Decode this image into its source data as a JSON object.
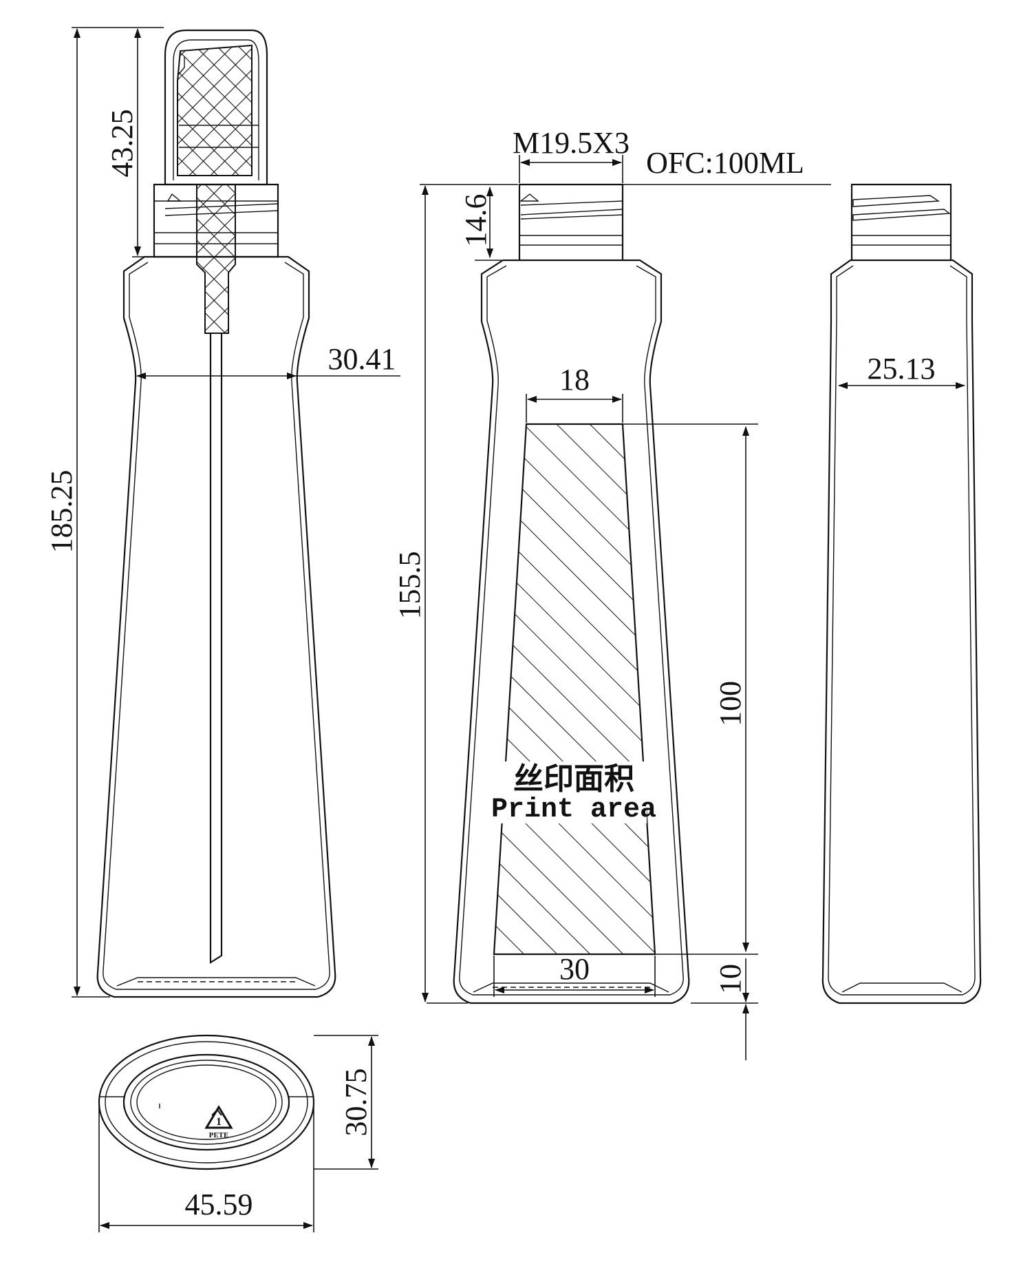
{
  "dimensions": {
    "overall_height": "185.25",
    "pump_height": "43.25",
    "front_width": "30.41",
    "neck_thread": "M19.5X3",
    "capacity": "OFC:100ML",
    "neck_height": "14.6",
    "bottle_height": "155.5",
    "print_top_width": "18",
    "print_height": "100",
    "print_bottom_width": "30",
    "print_bottom_offset": "10",
    "side_width": "25.13",
    "base_depth": "30.75",
    "base_width": "45.59"
  },
  "print_area": {
    "label_cn": "丝印面积",
    "label_en": "Print area"
  },
  "recycle_mark": {
    "code": "1",
    "material": "PETE"
  },
  "colors": {
    "line": "#111111",
    "background": "#ffffff"
  }
}
